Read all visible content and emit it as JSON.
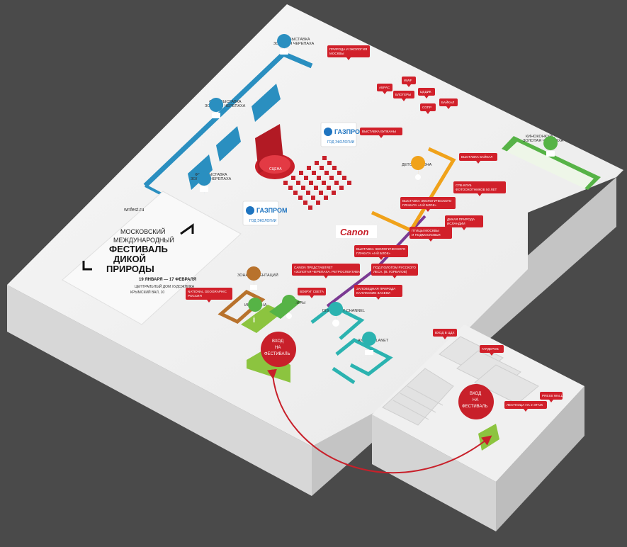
{
  "festival": {
    "site": "wnfest.ru",
    "title": [
      "МОСКОВСКИЙ",
      "МЕЖДУНАРОДНЫЙ",
      "ФЕСТИВАЛЬ",
      "ДИКОЙ",
      "ПРИРОДЫ"
    ],
    "dates": "19 ЯНВАРЯ — 17 ФЕВРАЛЯ",
    "venue": [
      "ЦЕНТРАЛЬНЫЙ ДОМ ХУДОЖНИКА",
      "КРЫМСКИЙ ВАЛ, 10"
    ]
  },
  "sponsors": {
    "gazprom": "ГАЗПРОМ",
    "gazprom_sub": "ГОД ЭКОЛОГИИ",
    "canon": "Canon"
  },
  "labels": {
    "photo1": [
      "ФОТОВЫСТАВКА",
      "ЗОЛОТАЯ ЧЕРЕПАХА"
    ],
    "photo2": [
      "ФОТОВЫСТАВКА",
      "ЗОЛОТАЯ ЧЕРЕПАХА"
    ],
    "photo3": [
      "ФОТОВЫСТАВКА",
      "ЗОЛОТАЯ ЧЕРЕПАХА"
    ],
    "stage": "СЦЕНА",
    "kids": "ДЕТСКАЯ ЗОНА",
    "cinema": [
      "КИНОКОНКУРС",
      "ЗОЛОТАЯ ЧЕРЕПАХА"
    ],
    "presentation": "ЗОНА ПРЕЗЕНТАЦИЙ",
    "info": "ИНФОЗОНА",
    "souvenirs": "СУВЕНИРЫ",
    "discovery": "DISCOVERY CHANNEL",
    "animal": "ANIMAL PLANET",
    "entrance1": [
      "ВХОД",
      "НА",
      "ФЕСТИВАЛЬ"
    ],
    "entrance2": [
      "ВХОД",
      "НА",
      "ФЕСТИВАЛЬ"
    ]
  },
  "pins": [
    [
      "ПРИРОДА И ЭКОЛОГИЯ",
      "МОСКВЫ"
    ],
    [
      "WWF"
    ],
    [
      "АБРАС"
    ],
    [
      "БЛОГЕРЫ"
    ],
    [
      "ЦЕДИК"
    ],
    [
      "СОПР"
    ],
    [
      "БАЙКАЛ"
    ],
    [
      "ВЫСТАВКА ВУЛКАНЫ"
    ],
    [
      "ВЫСТАВКА БАЙКАЛ"
    ],
    [
      "СПБ КЛУБ",
      "ФОТООХОТНИКОВ 50 ЛЕТ"
    ],
    [
      "ВЫСТАВКА ЭКОЛОГИЧЕСКОГО",
      "ПЛАКАТА «4-Й БЛОК»"
    ],
    [
      "ДИКАЯ ПРИРОДА",
      "ИСЛАНДИИ"
    ],
    [
      "ПТИЦЫ МОСКВЫ",
      "И ПОДМОСКОВЬЯ"
    ],
    [
      "ВЫСТАВКА ЭКОЛОГИЧЕСКОГО",
      "ПЛАКАТА «4-Й БЛОК»"
    ],
    [
      "CANON ПРЕДСТАВЛЯЕТ",
      "«ЗОЛОТАЯ ЧЕРЕПАХА. РЕТРОСПЕКТИВА»"
    ],
    [
      "ПОД ПОЛОГОМ РУССКОГО",
      "ЛЕСА. (В. ГОРБАТОВ)"
    ],
    [
      "ЗАПОВЕДНАЯ ПРИРОДА",
      "КАЛУЖСКИЕ ЗАСЕКИ"
    ],
    [
      "ВОКРУГ СВЕТА"
    ],
    [
      "NATIONAL GEOGRAPHIC",
      "РОССИЯ"
    ],
    [
      "ВХОД В ЦДХ"
    ],
    [
      "ГАРДЕРОБ"
    ],
    [
      "PRESS WALL"
    ],
    [
      "ЛЕСТНИЦА НА 2 ЭТАЖ"
    ]
  ],
  "colors": {
    "background": "#4a4a4a",
    "floor": "#f2f2f2",
    "wall_side": "#cfcfcf",
    "pin": "#d1202a",
    "blue": "#2a8fc0",
    "teal": "#2bb3b0",
    "green": "#56b346",
    "orange": "#f0a21a",
    "purple": "#7b3a93",
    "brown": "#b8722c"
  }
}
